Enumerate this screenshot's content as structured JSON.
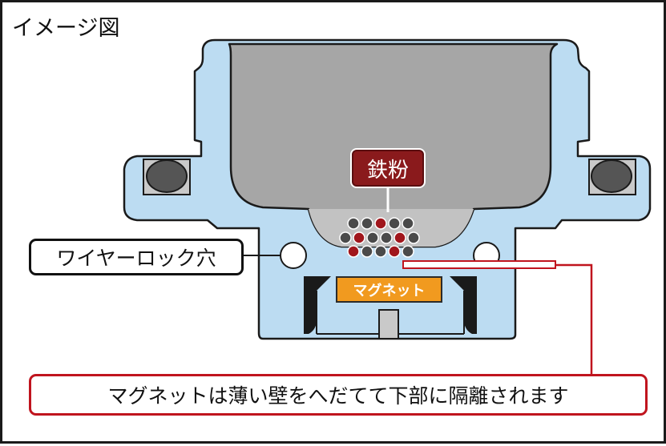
{
  "title": "イメージ図",
  "labels": {
    "iron_powder": "鉄粉",
    "wire_lock_hole": "ワイヤーロック穴",
    "magnet": "マグネット",
    "note": "マグネットは薄い壁をへだてて下部に隔離されます"
  },
  "colors": {
    "body_fill": "#bcdcf2",
    "outline": "#1a1a1a",
    "cup_fill": "#a6a6a6",
    "accent_red": "#c0141e",
    "iron_label_fill": "#8a1a1c",
    "magnet_fill": "#f19a1f",
    "ball_gray": "#4a4a4a",
    "ball_red": "#a0161c"
  },
  "particle_pattern": [
    [
      "gray",
      "gray",
      "red",
      "gray",
      "gray",
      "gray"
    ],
    [
      "gray",
      "red",
      "gray",
      "gray",
      "red",
      "gray"
    ],
    [
      "red",
      "gray",
      "gray",
      "red",
      "gray",
      "gray"
    ]
  ]
}
